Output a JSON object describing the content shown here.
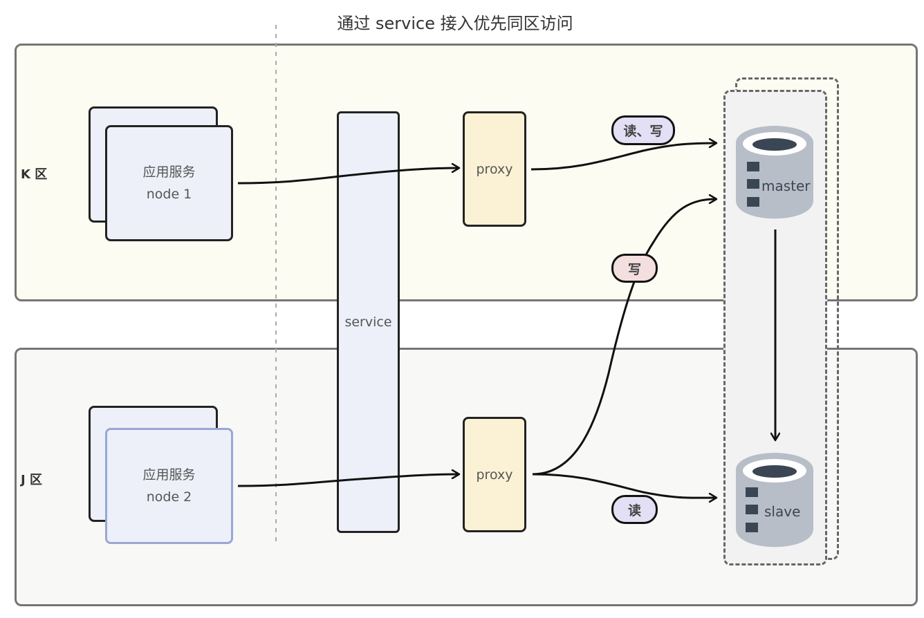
{
  "diagram": {
    "title": "通过 service 接入优先同区访问",
    "zones": [
      {
        "id": "k",
        "label": "K 区",
        "background": "#fcfcf3"
      },
      {
        "id": "j",
        "label": "J 区",
        "background": "#f8f9f7"
      }
    ],
    "app_nodes": [
      {
        "line1": "应用服务",
        "line2": "node 1",
        "zone": "k"
      },
      {
        "line1": "应用服务",
        "line2": "node 2",
        "zone": "j"
      }
    ],
    "service": {
      "label": "service"
    },
    "proxies": [
      {
        "label": "proxy",
        "zone": "k"
      },
      {
        "label": "proxy",
        "zone": "j"
      }
    ],
    "databases": [
      {
        "label": "master",
        "role": "primary"
      },
      {
        "label": "slave",
        "role": "replica"
      }
    ],
    "edge_labels": {
      "read_write": "读、写",
      "write": "写",
      "read": "读"
    },
    "edges": [
      {
        "from": "node 1",
        "to": "proxy (K)",
        "via": "service"
      },
      {
        "from": "node 2",
        "to": "proxy (J)",
        "via": "service"
      },
      {
        "from": "proxy (K)",
        "to": "master",
        "label": "读、写"
      },
      {
        "from": "proxy (J)",
        "to": "master",
        "label": "写"
      },
      {
        "from": "proxy (J)",
        "to": "slave",
        "label": "读"
      },
      {
        "from": "master",
        "to": "slave",
        "label": ""
      }
    ],
    "colors": {
      "node_fill": "#eef0f9",
      "proxy_fill": "#fbf1d4",
      "tag_read_fill": "#e3e0f5",
      "tag_write_fill": "#f4dfdf",
      "db_body": "#b8bec7",
      "db_dark": "#3b4654"
    }
  }
}
